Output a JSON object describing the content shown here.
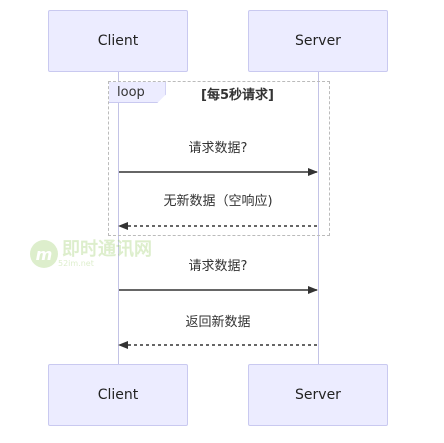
{
  "actors": {
    "client": "Client",
    "server": "Server"
  },
  "loop": {
    "tag": "loop",
    "label": "[每5秒请求]"
  },
  "messages": [
    {
      "text": "请求数据?",
      "direction": "client-to-server",
      "style": "solid"
    },
    {
      "text": "无新数据（空响应)",
      "direction": "server-to-client",
      "style": "dashed"
    },
    {
      "text": "请求数据?",
      "direction": "client-to-server",
      "style": "solid"
    },
    {
      "text": "返回新数据",
      "direction": "server-to-client",
      "style": "dashed"
    }
  ],
  "watermark": {
    "logo": "m",
    "title": "即时通讯网",
    "subtitle": "52im.net"
  },
  "colors": {
    "actor_fill": "#ececff",
    "actor_border": "#c9c9f0",
    "lifeline": "#c3c3e6",
    "arrow": "#333333"
  }
}
